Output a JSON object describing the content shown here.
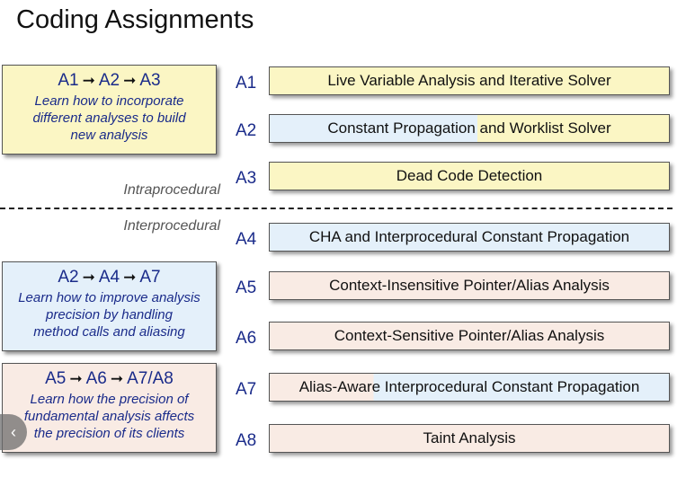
{
  "title": "Coding Assignments",
  "groups": [
    {
      "seq": [
        "A1",
        "A2",
        "A3"
      ],
      "desc": [
        "Learn how to incorporate",
        "different analyses to build",
        "new analysis"
      ]
    },
    {
      "seq": [
        "A2",
        "A4",
        "A7"
      ],
      "desc": [
        "Learn how to improve analysis",
        "precision by handling",
        "method calls and aliasing"
      ]
    },
    {
      "seq": [
        "A5",
        "A6",
        "A7/A8"
      ],
      "desc": [
        "Learn how the precision of",
        "fundamental analysis affects",
        "the precision of its clients"
      ]
    }
  ],
  "labels": {
    "intra": "Intraprocedural",
    "inter": "Interprocedural"
  },
  "assignments": [
    {
      "id": "A1",
      "name": "Live Variable Analysis and Iterative Solver"
    },
    {
      "id": "A2",
      "name": "Constant Propagation and Worklist Solver"
    },
    {
      "id": "A3",
      "name": "Dead Code Detection"
    },
    {
      "id": "A4",
      "name": "CHA and Interprocedural Constant Propagation"
    },
    {
      "id": "A5",
      "name": "Context-Insensitive Pointer/Alias Analysis"
    },
    {
      "id": "A6",
      "name": "Context-Sensitive Pointer/Alias Analysis"
    },
    {
      "id": "A7",
      "name": "Alias-Aware Interprocedural Constant Propagation"
    },
    {
      "id": "A8",
      "name": "Taint Analysis"
    }
  ],
  "nav": {
    "prev_icon": "chevron-left-icon"
  },
  "colors": {
    "yellow": "#fbf6c4",
    "blue": "#e4f0fa",
    "pink": "#f9ebe4",
    "id_text": "#1a2b8a"
  }
}
